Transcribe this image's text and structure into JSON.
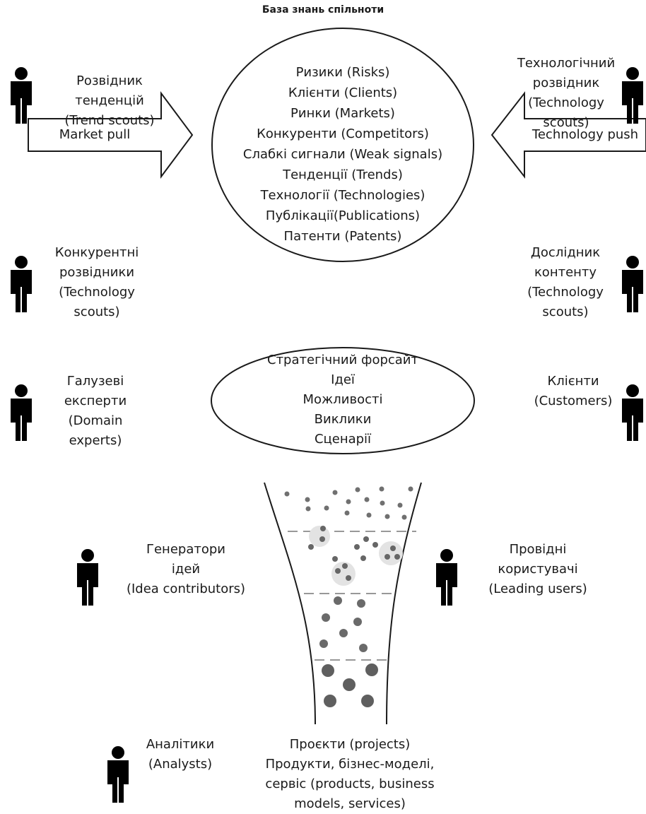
{
  "title": "База знань спільноти",
  "knowledge_base": {
    "items": [
      "Ризики (Risks)",
      "Клієнти (Clients)",
      "Ринки (Markets)",
      "Конкуренти (Competitors)",
      "Слабкі сигнали (Weak signals)",
      "Тенденції (Trends)",
      "Технології (Technologies)",
      "Публікації(Publications)",
      "Патенти (Patents)"
    ]
  },
  "arrows": {
    "left": "Market pull",
    "right": "Technology push"
  },
  "foresight": {
    "items": [
      "Стратегічний форсайт",
      "Ідеї",
      "Можливості",
      "Виклики",
      "Сценарії"
    ]
  },
  "roles": {
    "trend_scouts": [
      "Розвідник",
      "тенденцій",
      "(Trend scouts)"
    ],
    "tech_scouts": [
      "Технологічний",
      "розвідник",
      "(Technology",
      "scouts)"
    ],
    "competitive_scouts": [
      "Конкурентні",
      "розвідники",
      "(Technology",
      "scouts)"
    ],
    "content_researcher": [
      "Дослідник",
      "контенту",
      "(Technology",
      "scouts)"
    ],
    "domain_experts": [
      "Галузеві",
      "експерти",
      "(Domain",
      "experts)"
    ],
    "customers": [
      "Клієнти",
      "(Customers)"
    ],
    "idea_contributors": [
      "Генератори",
      "ідей",
      "(Idea contributors)"
    ],
    "leading_users": [
      "Провідні",
      "користувачі",
      "(Leading users)"
    ],
    "analysts": [
      "Аналітики",
      "(Analysts)"
    ]
  },
  "projects": {
    "items": [
      "Проєкти (projects)",
      "Продукти, бізнес-моделі,",
      "сервіс (products, business",
      "models, services)"
    ]
  }
}
